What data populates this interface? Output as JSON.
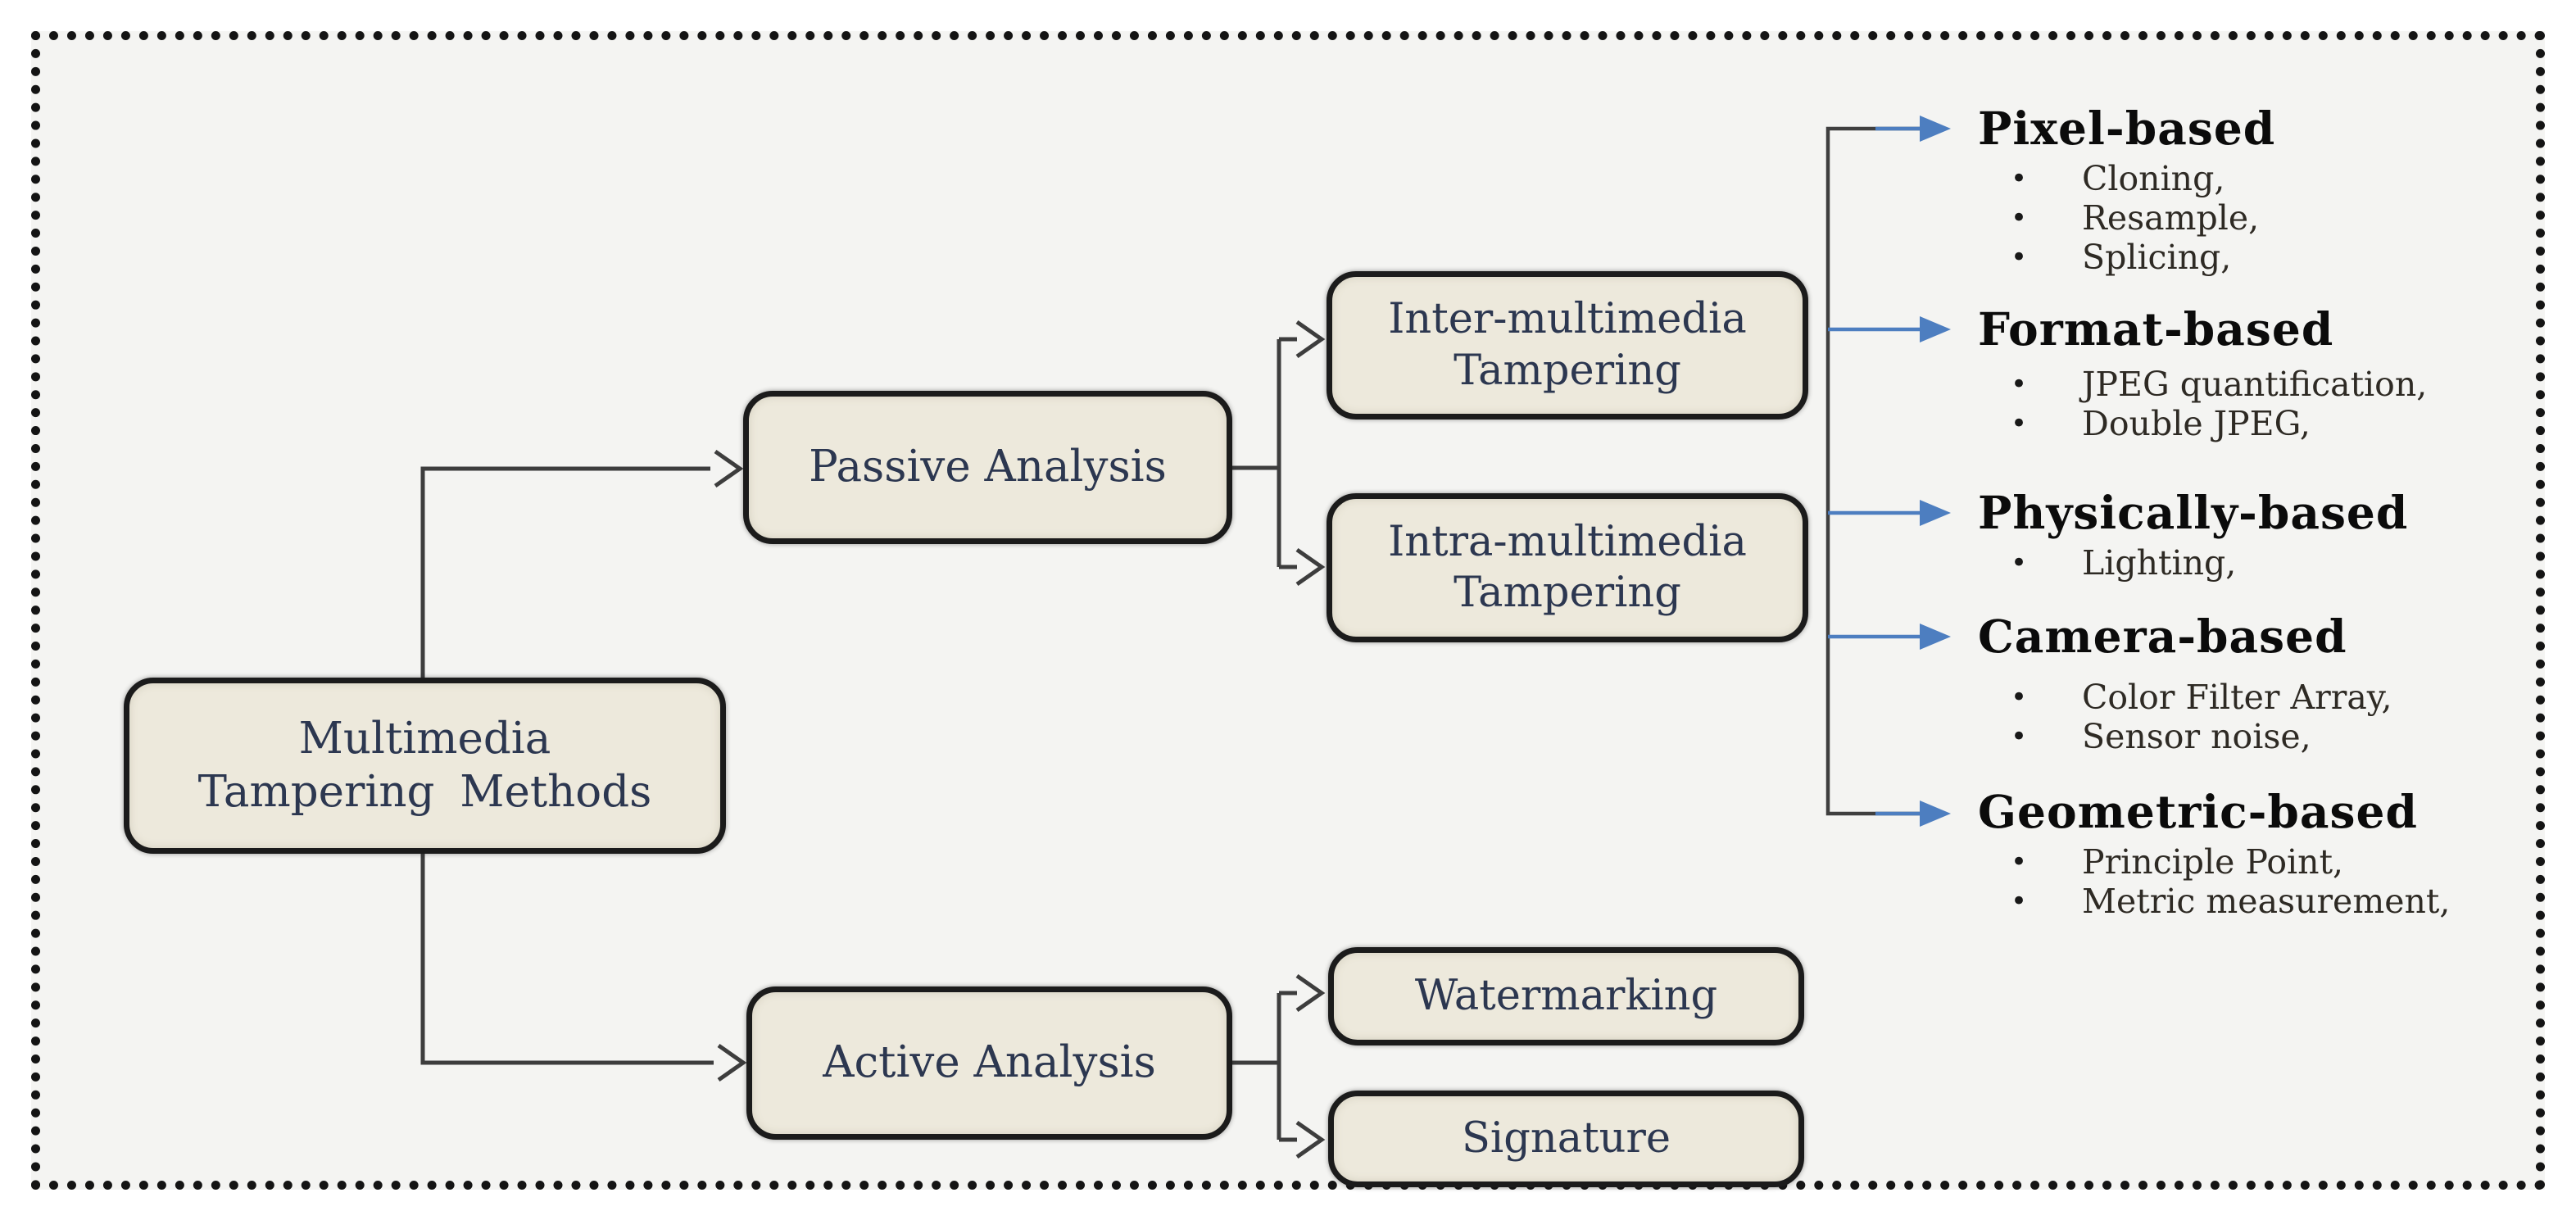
{
  "diagram_title": "Multimedia Tampering Methods taxonomy",
  "nodes": {
    "root": {
      "line1": "Multimedia",
      "line2": "Tampering Methods"
    },
    "passive": {
      "line1": "Passive Analysis"
    },
    "active": {
      "line1": "Active Analysis"
    },
    "inter": {
      "line1": "Inter-multimedia",
      "line2": "Tampering"
    },
    "intra": {
      "line1": "Intra-multimedia",
      "line2": "Tampering"
    },
    "watermarking": {
      "line1": "Watermarking"
    },
    "signature": {
      "line1": "Signature"
    }
  },
  "categories": [
    {
      "label": "Pixel-based",
      "items": [
        "Cloning,",
        "Resample,",
        "Splicing,"
      ]
    },
    {
      "label": "Format-based",
      "items": [
        "JPEG quantification,",
        "Double JPEG,"
      ]
    },
    {
      "label": "Physically-based",
      "items": [
        "Lighting,"
      ]
    },
    {
      "label": "Camera-based",
      "items": [
        "Color Filter Array,",
        "Sensor noise,"
      ]
    },
    {
      "label": "Geometric-based",
      "items": [
        "Principle Point,",
        "Metric measurement,"
      ]
    }
  ],
  "bullet_glyph": "•",
  "colors": {
    "background": "#f4f4f2",
    "page_margin": "#ffffff",
    "frame_border": "#141414",
    "node_fill": "#ede9dc",
    "node_border": "#1b1b1b",
    "node_text": "#2c3750",
    "heading_text": "#0b0b0b",
    "bullet_text": "#2e2a24",
    "connector_dark": "#3d3d3d",
    "arrow_blue": "#4d7ec0"
  }
}
